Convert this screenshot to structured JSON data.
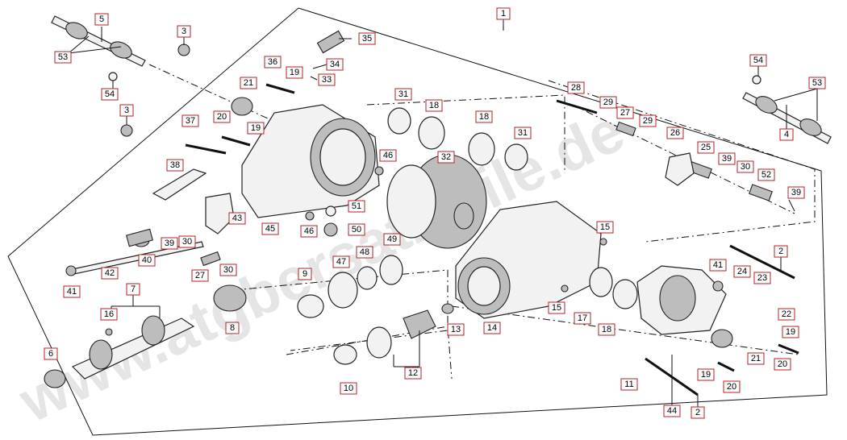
{
  "watermark": "www.atgbersatzteile.de",
  "colors": {
    "label_border": "#b22222",
    "line": "#111111",
    "watermark": "#d0d0d0"
  },
  "labels": [
    "1",
    "2",
    "3",
    "4",
    "5",
    "6",
    "7",
    "8",
    "9",
    "10",
    "11",
    "12",
    "13",
    "14",
    "15",
    "16",
    "17",
    "18",
    "19",
    "20",
    "21",
    "22",
    "23",
    "24",
    "25",
    "26",
    "27",
    "28",
    "29",
    "30",
    "31",
    "32",
    "33",
    "34",
    "35",
    "36",
    "37",
    "38",
    "39",
    "40",
    "41",
    "42",
    "43",
    "44",
    "45",
    "46",
    "47",
    "48",
    "49",
    "50",
    "51",
    "52",
    "53",
    "54"
  ]
}
